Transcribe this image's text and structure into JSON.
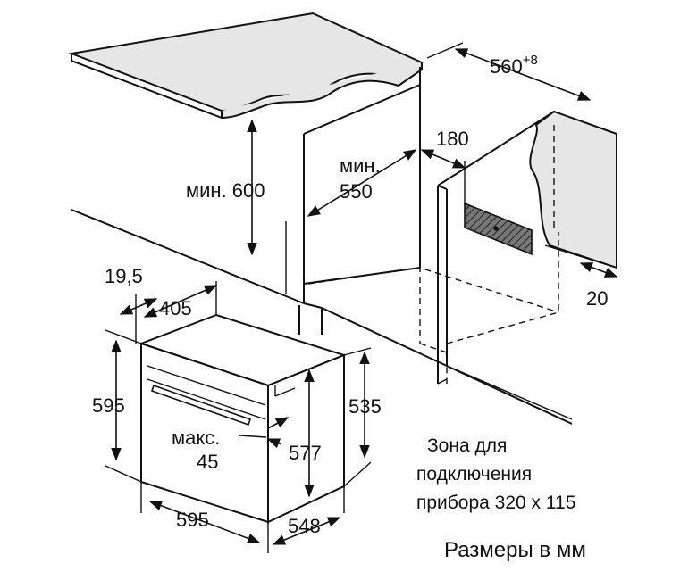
{
  "colors": {
    "counter": "#e6e6e6",
    "line": "#111111",
    "hatch": "#555555"
  },
  "labels": {
    "cabinet_height": "мин. 600",
    "niche_depth_line1": "мин.",
    "niche_depth_line2": "550",
    "niche_width_main": "560",
    "niche_width_tol": "+8",
    "socket_offset": "180",
    "rear_gap": "20",
    "front_overhang": "19,5",
    "door_depth": "405",
    "oven_height": "595",
    "body_height": "535",
    "niche_height": "577",
    "max_line1": "макс.",
    "max_line2": "45",
    "oven_width": "595",
    "oven_depth": "548",
    "zone_line1": "Зона для",
    "zone_line2": "подключения",
    "zone_line3": "прибора 320 x 115",
    "units": "Размеры в мм"
  }
}
